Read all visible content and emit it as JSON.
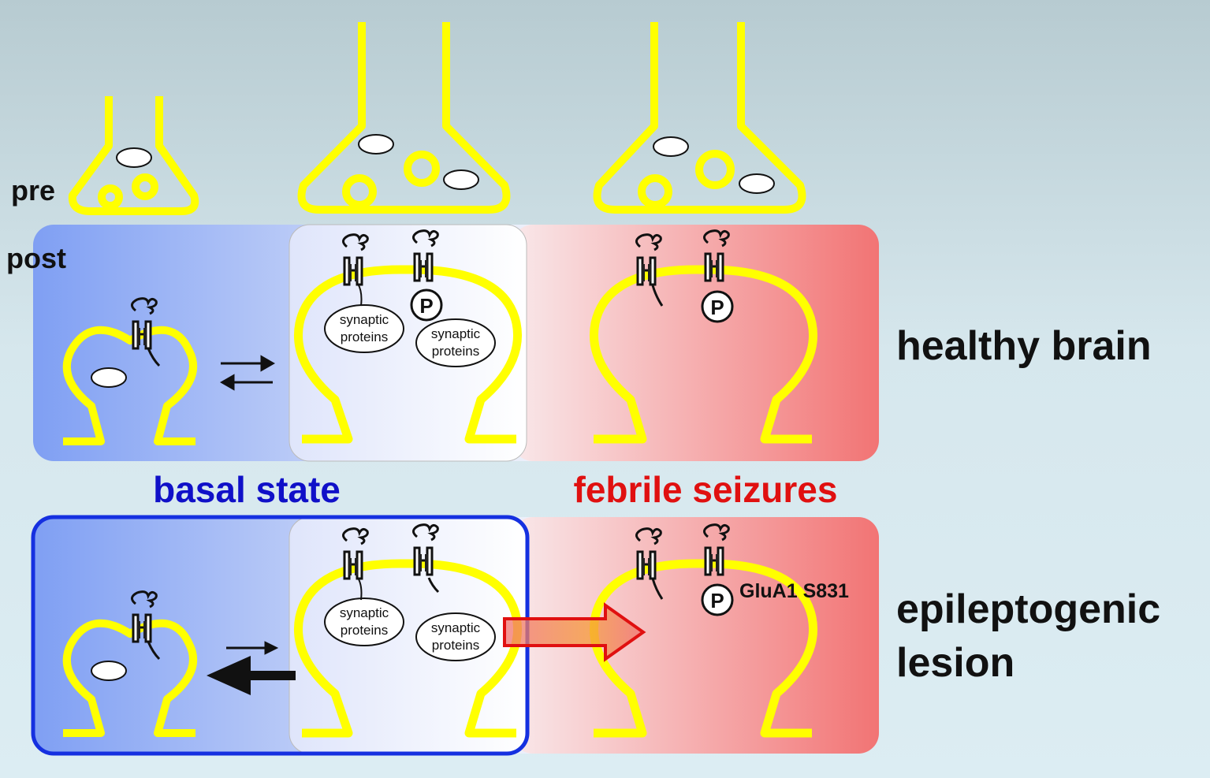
{
  "labels": {
    "pre": "pre",
    "post": "post",
    "row1": "healthy brain",
    "row2_line1": "epileptogenic",
    "row2_line2": "lesion",
    "basal": "basal state",
    "febrile": "febrile seizures",
    "phospho_site": "GluA1 S831",
    "phospho": "P",
    "synaptic_l1": "synaptic",
    "synaptic_l2": "proteins"
  },
  "colors": {
    "synapse": "#ffff00",
    "basal_text": "#1010c8",
    "febrile_text": "#e01010",
    "blue_panel": "#7f9ff3",
    "red_panel": "#f27474",
    "highlight_border": "#1530e0"
  }
}
